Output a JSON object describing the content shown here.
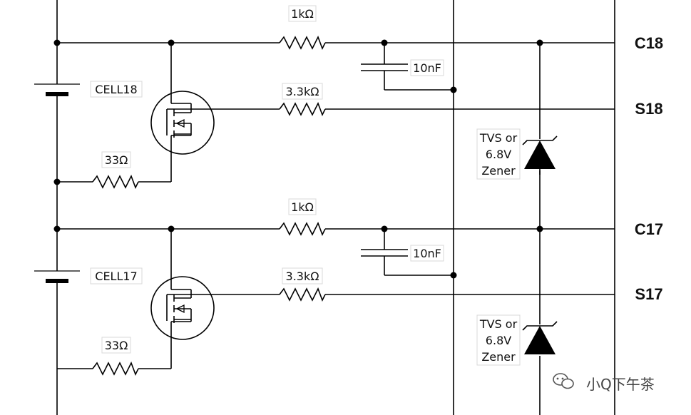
{
  "nets": {
    "c18": "C18",
    "s18": "S18",
    "c17": "C17",
    "s17": "S17"
  },
  "cells": {
    "cell18": "CELL18",
    "cell17": "CELL17"
  },
  "stage18": {
    "r_sense": "1kΩ",
    "r_gate": "3.3kΩ",
    "r_bal": "33Ω",
    "cap": "10nF",
    "tvs": [
      "TVS or",
      "6.8V",
      "Zener"
    ]
  },
  "stage17": {
    "r_sense": "1kΩ",
    "r_gate": "3.3kΩ",
    "r_bal": "33Ω",
    "cap": "10nF",
    "tvs": [
      "TVS or",
      "6.8V",
      "Zener"
    ]
  },
  "watermark": {
    "text": "小Q下午茶",
    "icon": "wechat-icon"
  },
  "colors": {
    "wire": "#000000",
    "background": "#ffffff"
  }
}
